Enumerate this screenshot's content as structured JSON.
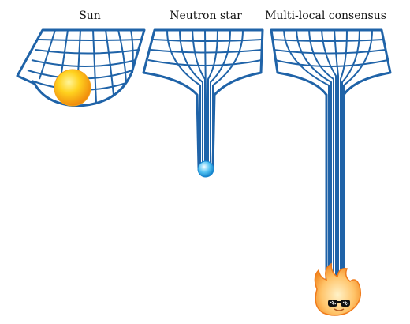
{
  "labels": {
    "sun": "Sun",
    "neutron_star": "Neutron star",
    "multi_local_consensus": "Multi-local consensus"
  },
  "colors": {
    "grid_stroke": "#1f63a8",
    "sun_core": "#ffe45a",
    "sun_edge": "#f39b14",
    "neutron_core": "#e8f7ff",
    "neutron_edge": "#1aa3e6",
    "flame": "#ffb347",
    "flame_edge": "#f07c1c"
  }
}
